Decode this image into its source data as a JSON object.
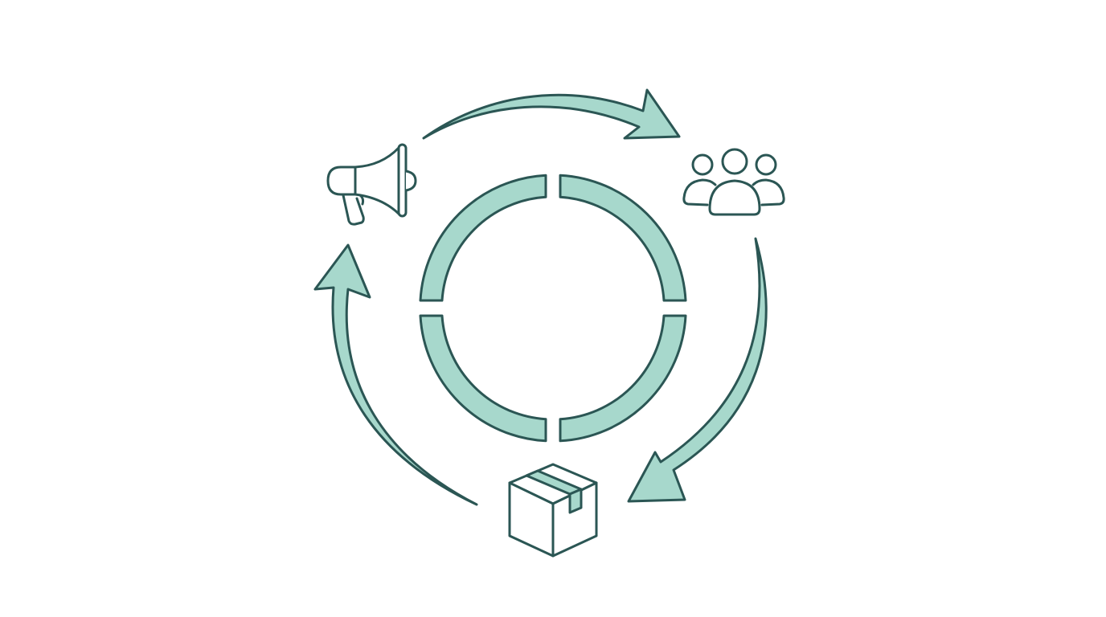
{
  "diagram": {
    "type": "cycle",
    "description": "Circular flow diagram with a segmented central ring and three icons connected by curved arrows",
    "colors": {
      "background": "#ffffff",
      "accent_fill": "#a7d8cc",
      "outline": "#2b5654"
    },
    "center_ring": {
      "segments": 4,
      "label": "cycle-ring"
    },
    "nodes": [
      {
        "id": "marketing",
        "icon": "megaphone-icon",
        "position": "top-left"
      },
      {
        "id": "customers",
        "icon": "users-group-icon",
        "position": "top-right"
      },
      {
        "id": "product",
        "icon": "package-box-icon",
        "position": "bottom"
      }
    ],
    "arrows": [
      {
        "from": "marketing",
        "to": "customers",
        "direction": "clockwise",
        "position": "top"
      },
      {
        "from": "customers",
        "to": "product",
        "direction": "clockwise",
        "position": "right"
      },
      {
        "from": "product",
        "to": "marketing",
        "direction": "clockwise",
        "position": "left"
      }
    ]
  }
}
